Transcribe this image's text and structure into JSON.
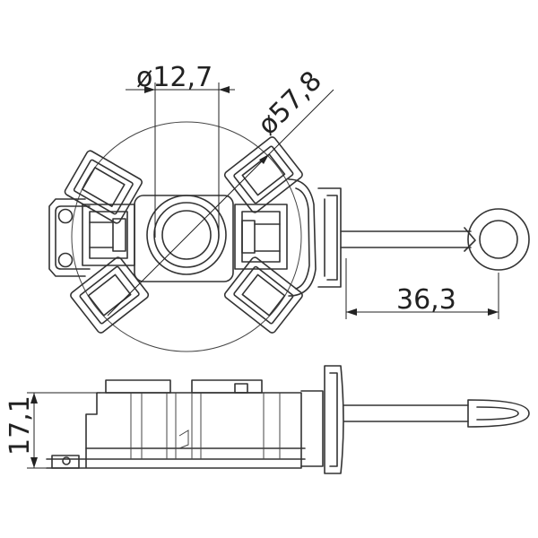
{
  "dimensions": {
    "bore_diameter": "ø12,7",
    "outer_diameter": "ø57,8",
    "lead_length": "36,3",
    "height": "17,1"
  },
  "colors": {
    "line": "#333333",
    "text": "#222222",
    "background": "#ffffff"
  }
}
